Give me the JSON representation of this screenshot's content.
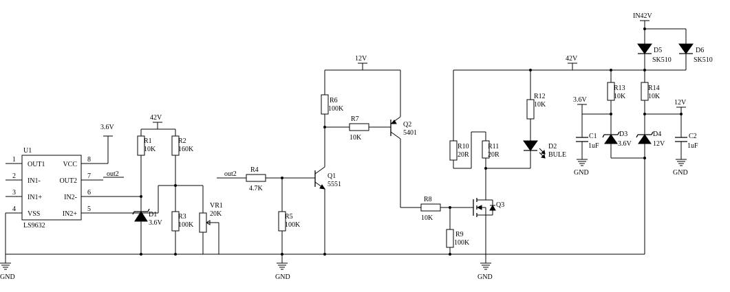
{
  "u1": {
    "designator": "U1",
    "part": "LS9632",
    "pins": {
      "p1": {
        "num": "1",
        "name": "OUT1"
      },
      "p2": {
        "num": "2",
        "name": "IN1-"
      },
      "p3": {
        "num": "3",
        "name": "IN1+"
      },
      "p4": {
        "num": "4",
        "name": "VSS"
      },
      "p5": {
        "num": "5",
        "name": "IN2+"
      },
      "p6": {
        "num": "6",
        "name": "IN2-"
      },
      "p7": {
        "num": "7",
        "name": "OUT2"
      },
      "p8": {
        "num": "8",
        "name": "VCC"
      }
    }
  },
  "rails": {
    "v36_u1": "3.6V",
    "v42_left": "42V",
    "v12_mid": "12V",
    "v42_right": "42V",
    "v36_c1": "3.6V",
    "v12_c2": "12V",
    "in42": "IN42V"
  },
  "nets": {
    "out2_pin": "out2",
    "out2_r4": "out2"
  },
  "grounds": {
    "gnd1": "GND",
    "gnd2": "GND",
    "gnd3": "GND",
    "gnd_c1": "GND",
    "gnd_c2": "GND"
  },
  "parts": {
    "r1": {
      "ref": "R1",
      "val": "10K"
    },
    "r2": {
      "ref": "R2",
      "val": "160K"
    },
    "r3": {
      "ref": "R3",
      "val": "100K"
    },
    "vr1": {
      "ref": "VR1",
      "val": "20K"
    },
    "d1": {
      "ref": "D1",
      "val": "3.6V"
    },
    "r4": {
      "ref": "R4",
      "val": "4.7K"
    },
    "r5": {
      "ref": "R5",
      "val": "100K"
    },
    "r6": {
      "ref": "R6",
      "val": "100K"
    },
    "r7": {
      "ref": "R7",
      "val": "10K"
    },
    "q1": {
      "ref": "Q1",
      "val": "5551"
    },
    "q2": {
      "ref": "Q2",
      "val": "5401"
    },
    "r8": {
      "ref": "R8",
      "val": "10K"
    },
    "r9": {
      "ref": "R9",
      "val": "100K"
    },
    "q3": {
      "ref": "Q3"
    },
    "r10": {
      "ref": "R10",
      "val": "20R"
    },
    "r11": {
      "ref": "R11",
      "val": "20R"
    },
    "r12": {
      "ref": "R12",
      "val": "10K"
    },
    "d2": {
      "ref": "D2",
      "val": "BULE"
    },
    "r13": {
      "ref": "R13",
      "val": "10K"
    },
    "r14": {
      "ref": "R14",
      "val": "10K"
    },
    "c1": {
      "ref": "C1",
      "val": "1uF"
    },
    "c2": {
      "ref": "C2",
      "val": "1uF"
    },
    "d3": {
      "ref": "D3",
      "val": "3.6V"
    },
    "d4": {
      "ref": "D4",
      "val": "12V"
    },
    "d5": {
      "ref": "D5",
      "val": "SK510"
    },
    "d6": {
      "ref": "D6",
      "val": "SK510"
    }
  }
}
